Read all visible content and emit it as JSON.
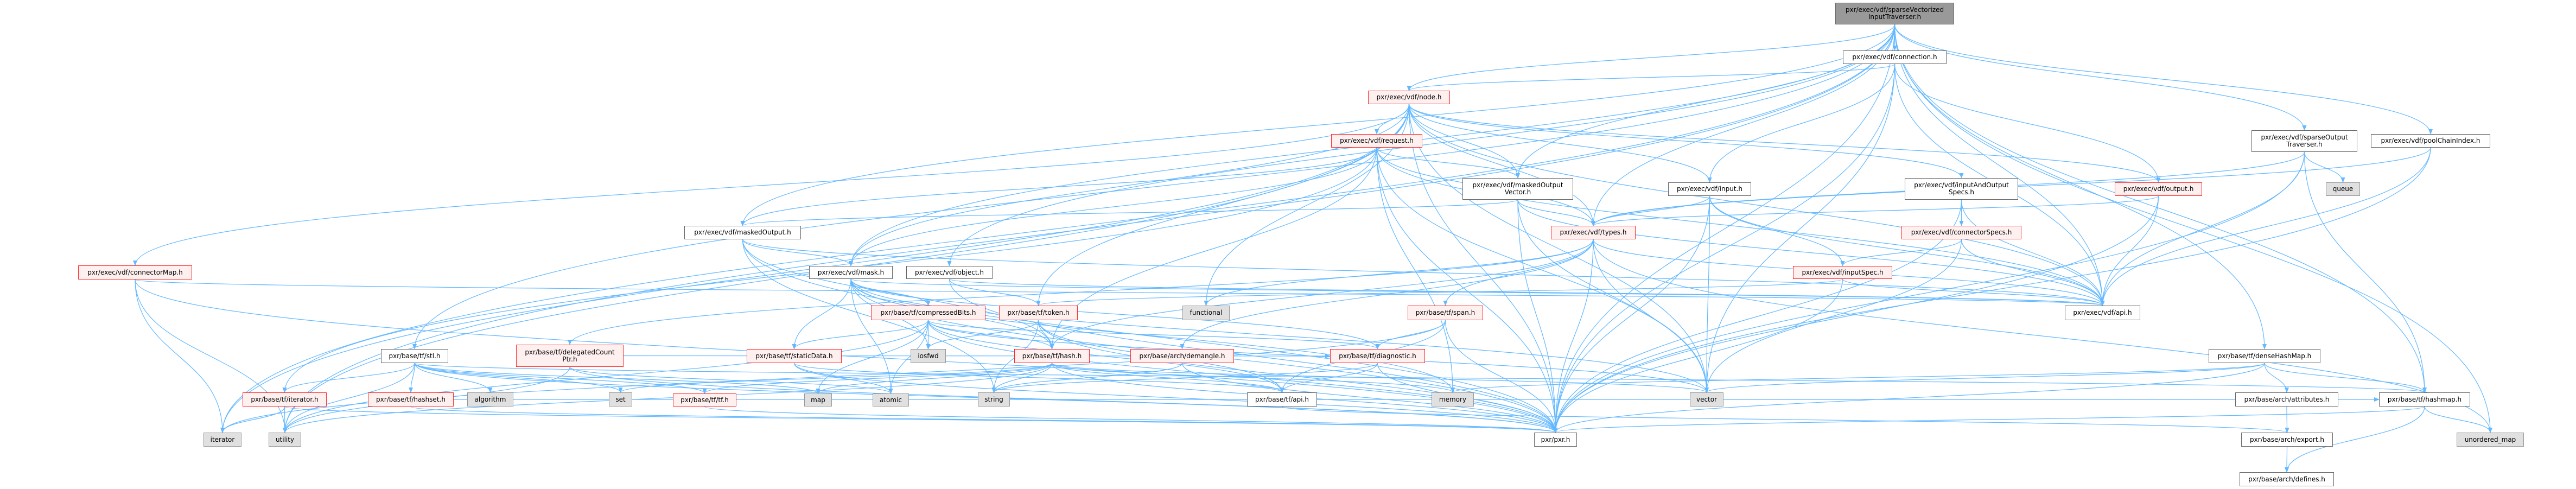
{
  "graph": {
    "title": "pxr/exec/vdf/sparseVectorizedInputTraverser.h",
    "colors": {
      "edge": "#63b8ff",
      "red_border": "#ff2a2a",
      "external_fill": "#e0e0e0",
      "root_fill": "#999999"
    },
    "nodes": {
      "root": {
        "label": "pxr/exec/vdf/sparseVectorized\nInputTraverser.h",
        "kind": "root"
      },
      "connection": {
        "label": "pxr/exec/vdf/connection.h",
        "kind": "white"
      },
      "node": {
        "label": "pxr/exec/vdf/node.h",
        "kind": "red"
      },
      "request": {
        "label": "pxr/exec/vdf/request.h",
        "kind": "red"
      },
      "sparseOutputTraverser": {
        "label": "pxr/exec/vdf/sparseOutput\nTraverser.h",
        "kind": "white"
      },
      "poolChainIndex": {
        "label": "pxr/exec/vdf/poolChainIndex.h",
        "kind": "white"
      },
      "maskedOutputVector": {
        "label": "pxr/exec/vdf/maskedOutput\nVector.h",
        "kind": "white"
      },
      "input": {
        "label": "pxr/exec/vdf/input.h",
        "kind": "white"
      },
      "inputAndOutputSpecs": {
        "label": "pxr/exec/vdf/inputAndOutput\nSpecs.h",
        "kind": "white"
      },
      "output": {
        "label": "pxr/exec/vdf/output.h",
        "kind": "red"
      },
      "queue": {
        "label": "queue",
        "kind": "ext"
      },
      "maskedOutput": {
        "label": "pxr/exec/vdf/maskedOutput.h",
        "kind": "white"
      },
      "types": {
        "label": "pxr/exec/vdf/types.h",
        "kind": "red"
      },
      "connectorSpecs": {
        "label": "pxr/exec/vdf/connectorSpecs.h",
        "kind": "red"
      },
      "connectorMap": {
        "label": "pxr/exec/vdf/connectorMap.h",
        "kind": "red"
      },
      "mask": {
        "label": "pxr/exec/vdf/mask.h",
        "kind": "white"
      },
      "object": {
        "label": "pxr/exec/vdf/object.h",
        "kind": "white"
      },
      "inputSpec": {
        "label": "pxr/exec/vdf/inputSpec.h",
        "kind": "red"
      },
      "compressedBits": {
        "label": "pxr/base/tf/compressedBits.h",
        "kind": "red"
      },
      "token": {
        "label": "pxr/base/tf/token.h",
        "kind": "red"
      },
      "functional": {
        "label": "functional",
        "kind": "ext"
      },
      "span": {
        "label": "pxr/base/tf/span.h",
        "kind": "red"
      },
      "vdfapi": {
        "label": "pxr/exec/vdf/api.h",
        "kind": "white"
      },
      "stl": {
        "label": "pxr/base/tf/stl.h",
        "kind": "white"
      },
      "delegatedCountPtr": {
        "label": "pxr/base/tf/delegatedCount\nPtr.h",
        "kind": "red"
      },
      "staticData": {
        "label": "pxr/base/tf/staticData.h",
        "kind": "red"
      },
      "iosfwd": {
        "label": "iosfwd",
        "kind": "ext"
      },
      "hash": {
        "label": "pxr/base/tf/hash.h",
        "kind": "red"
      },
      "demangle": {
        "label": "pxr/base/arch/demangle.h",
        "kind": "red"
      },
      "diagnostic": {
        "label": "pxr/base/tf/diagnostic.h",
        "kind": "red"
      },
      "denseHashMap": {
        "label": "pxr/base/tf/denseHashMap.h",
        "kind": "white"
      },
      "iteratorH": {
        "label": "pxr/base/tf/iterator.h",
        "kind": "red"
      },
      "hashset": {
        "label": "pxr/base/tf/hashset.h",
        "kind": "red"
      },
      "algorithm": {
        "label": "algorithm",
        "kind": "ext"
      },
      "set": {
        "label": "set",
        "kind": "ext"
      },
      "tf": {
        "label": "pxr/base/tf/tf.h",
        "kind": "red"
      },
      "map": {
        "label": "map",
        "kind": "ext"
      },
      "atomic": {
        "label": "atomic",
        "kind": "ext"
      },
      "string": {
        "label": "string",
        "kind": "ext"
      },
      "tfapi": {
        "label": "pxr/base/tf/api.h",
        "kind": "white"
      },
      "memory": {
        "label": "memory",
        "kind": "ext"
      },
      "vector": {
        "label": "vector",
        "kind": "ext"
      },
      "attributes": {
        "label": "pxr/base/arch/attributes.h",
        "kind": "white"
      },
      "hashmap": {
        "label": "pxr/base/tf/hashmap.h",
        "kind": "white"
      },
      "iterator": {
        "label": "iterator",
        "kind": "ext"
      },
      "utility": {
        "label": "utility",
        "kind": "ext"
      },
      "pxr": {
        "label": "pxr/pxr.h",
        "kind": "white"
      },
      "export": {
        "label": "pxr/base/arch/export.h",
        "kind": "white"
      },
      "unordered_map": {
        "label": "unordered_map",
        "kind": "ext"
      },
      "defines": {
        "label": "pxr/base/arch/defines.h",
        "kind": "white"
      }
    },
    "edges": [
      [
        "root",
        "connection"
      ],
      [
        "root",
        "node"
      ],
      [
        "root",
        "maskedOutputVector"
      ],
      [
        "root",
        "mask"
      ],
      [
        "root",
        "object"
      ],
      [
        "root",
        "types"
      ],
      [
        "root",
        "sparseOutputTraverser"
      ],
      [
        "root",
        "poolChainIndex"
      ],
      [
        "root",
        "denseHashMap"
      ],
      [
        "root",
        "hashmap"
      ],
      [
        "root",
        "stl"
      ],
      [
        "root",
        "vdfapi"
      ],
      [
        "root",
        "pxr"
      ],
      [
        "root",
        "unordered_map"
      ],
      [
        "root",
        "utility"
      ],
      [
        "root",
        "iterator"
      ],
      [
        "root",
        "maskedOutput"
      ],
      [
        "connection",
        "node"
      ],
      [
        "connection",
        "input"
      ],
      [
        "connection",
        "output"
      ],
      [
        "connection",
        "vdfapi"
      ],
      [
        "connection",
        "vector"
      ],
      [
        "connection",
        "pxr"
      ],
      [
        "node",
        "request"
      ],
      [
        "node",
        "maskedOutputVector"
      ],
      [
        "node",
        "types"
      ],
      [
        "node",
        "input"
      ],
      [
        "node",
        "output"
      ],
      [
        "node",
        "inputAndOutputSpecs"
      ],
      [
        "node",
        "connectorMap"
      ],
      [
        "node",
        "mask"
      ],
      [
        "node",
        "token"
      ],
      [
        "node",
        "vdfapi"
      ],
      [
        "node",
        "pxr"
      ],
      [
        "node",
        "vector"
      ],
      [
        "node",
        "functional"
      ],
      [
        "node",
        "iterator"
      ],
      [
        "node",
        "utility"
      ],
      [
        "request",
        "maskedOutputVector"
      ],
      [
        "request",
        "maskedOutput"
      ],
      [
        "request",
        "mask"
      ],
      [
        "request",
        "types"
      ],
      [
        "request",
        "vdfapi"
      ],
      [
        "request",
        "pxr"
      ],
      [
        "request",
        "memory"
      ],
      [
        "request",
        "vector"
      ],
      [
        "request",
        "hash"
      ],
      [
        "request",
        "iteratorH"
      ],
      [
        "maskedOutputVector",
        "types"
      ],
      [
        "maskedOutputVector",
        "maskedOutput"
      ],
      [
        "maskedOutputVector",
        "vdfapi"
      ],
      [
        "maskedOutputVector",
        "vector"
      ],
      [
        "maskedOutputVector",
        "pxr"
      ],
      [
        "maskedOutput",
        "mask"
      ],
      [
        "maskedOutput",
        "hash"
      ],
      [
        "maskedOutput",
        "vdfapi"
      ],
      [
        "maskedOutput",
        "pxr"
      ],
      [
        "maskedOutput",
        "string"
      ],
      [
        "mask",
        "compressedBits"
      ],
      [
        "mask",
        "staticData"
      ],
      [
        "mask",
        "iosfwd"
      ],
      [
        "mask",
        "hash"
      ],
      [
        "mask",
        "diagnostic"
      ],
      [
        "mask",
        "vdfapi"
      ],
      [
        "mask",
        "pxr"
      ],
      [
        "mask",
        "memory"
      ],
      [
        "mask",
        "atomic"
      ],
      [
        "mask",
        "vector"
      ],
      [
        "object",
        "token"
      ],
      [
        "object",
        "vdfapi"
      ],
      [
        "object",
        "pxr"
      ],
      [
        "compressedBits",
        "staticData"
      ],
      [
        "compressedBits",
        "iosfwd"
      ],
      [
        "compressedBits",
        "hash"
      ],
      [
        "compressedBits",
        "diagnostic"
      ],
      [
        "compressedBits",
        "tfapi"
      ],
      [
        "compressedBits",
        "pxr"
      ],
      [
        "compressedBits",
        "atomic"
      ],
      [
        "compressedBits",
        "map"
      ],
      [
        "compressedBits",
        "utility"
      ],
      [
        "compressedBits",
        "vector"
      ],
      [
        "staticData",
        "atomic"
      ],
      [
        "staticData",
        "tfapi"
      ],
      [
        "staticData",
        "pxr"
      ],
      [
        "types",
        "vdfapi"
      ],
      [
        "types",
        "span"
      ],
      [
        "types",
        "demangle"
      ],
      [
        "types",
        "delegatedCountPtr"
      ],
      [
        "types",
        "functional"
      ],
      [
        "types",
        "pxr"
      ],
      [
        "types",
        "vector"
      ],
      [
        "types",
        "unordered_map"
      ],
      [
        "types",
        "hash"
      ],
      [
        "input",
        "types"
      ],
      [
        "input",
        "inputSpec"
      ],
      [
        "input",
        "vdfapi"
      ],
      [
        "input",
        "pxr"
      ],
      [
        "input",
        "vector"
      ],
      [
        "inputSpec",
        "token"
      ],
      [
        "inputSpec",
        "vdfapi"
      ],
      [
        "inputSpec",
        "pxr"
      ],
      [
        "inputAndOutputSpecs",
        "connectorSpecs"
      ],
      [
        "inputAndOutputSpecs",
        "vdfapi"
      ],
      [
        "inputAndOutputSpecs",
        "pxr"
      ],
      [
        "connectorSpecs",
        "inputSpec"
      ],
      [
        "connectorSpecs",
        "vdfapi"
      ],
      [
        "connectorSpecs",
        "vector"
      ],
      [
        "output",
        "types"
      ],
      [
        "output",
        "vdfapi"
      ],
      [
        "output",
        "pxr"
      ],
      [
        "sparseOutputTraverser",
        "queue"
      ],
      [
        "sparseOutputTraverser",
        "hashmap"
      ],
      [
        "sparseOutputTraverser",
        "vdfapi"
      ],
      [
        "sparseOutputTraverser",
        "pxr"
      ],
      [
        "sparseOutputTraverser",
        "types"
      ],
      [
        "poolChainIndex",
        "vdfapi"
      ],
      [
        "poolChainIndex",
        "pxr"
      ],
      [
        "poolChainIndex",
        "types"
      ],
      [
        "connectorMap",
        "iterator"
      ],
      [
        "connectorMap",
        "utility"
      ],
      [
        "connectorMap",
        "vdfapi"
      ],
      [
        "connectorMap",
        "pxr"
      ],
      [
        "stl",
        "iteratorH"
      ],
      [
        "stl",
        "hashset"
      ],
      [
        "stl",
        "algorithm"
      ],
      [
        "stl",
        "set"
      ],
      [
        "stl",
        "map"
      ],
      [
        "stl",
        "utility"
      ],
      [
        "stl",
        "hashmap"
      ],
      [
        "stl",
        "tf"
      ],
      [
        "stl",
        "pxr"
      ],
      [
        "iteratorH",
        "iterator"
      ],
      [
        "iteratorH",
        "utility"
      ],
      [
        "iteratorH",
        "pxr"
      ],
      [
        "hashset",
        "pxr"
      ],
      [
        "hashset",
        "hashmap"
      ],
      [
        "delegatedCountPtr",
        "atomic"
      ],
      [
        "delegatedCountPtr",
        "diagnostic"
      ],
      [
        "delegatedCountPtr",
        "pxr"
      ],
      [
        "delegatedCountPtr",
        "utility"
      ],
      [
        "token",
        "hash"
      ],
      [
        "token",
        "string"
      ],
      [
        "token",
        "tfapi"
      ],
      [
        "token",
        "pxr"
      ],
      [
        "token",
        "iosfwd"
      ],
      [
        "hash",
        "string"
      ],
      [
        "hash",
        "map"
      ],
      [
        "hash",
        "set"
      ],
      [
        "hash",
        "memory"
      ],
      [
        "hash",
        "utility"
      ],
      [
        "hash",
        "vector"
      ],
      [
        "hash",
        "tfapi"
      ],
      [
        "hash",
        "pxr"
      ],
      [
        "hash",
        "tf"
      ],
      [
        "span",
        "diagnostic"
      ],
      [
        "span",
        "tfapi"
      ],
      [
        "span",
        "pxr"
      ],
      [
        "span",
        "iterator"
      ],
      [
        "diagnostic",
        "tfapi"
      ],
      [
        "diagnostic",
        "pxr"
      ],
      [
        "diagnostic",
        "string"
      ],
      [
        "demangle",
        "string"
      ],
      [
        "demangle",
        "pxr"
      ],
      [
        "tfapi",
        "export"
      ],
      [
        "denseHashMap",
        "hashmap"
      ],
      [
        "denseHashMap",
        "attributes"
      ],
      [
        "denseHashMap",
        "vector"
      ],
      [
        "denseHashMap",
        "pxr"
      ],
      [
        "denseHashMap",
        "memory"
      ],
      [
        "hashmap",
        "defines"
      ],
      [
        "hashmap",
        "unordered_map"
      ],
      [
        "hashmap",
        "pxr"
      ],
      [
        "attributes",
        "export"
      ],
      [
        "export",
        "defines"
      ],
      [
        "tf",
        "pxr"
      ]
    ]
  }
}
